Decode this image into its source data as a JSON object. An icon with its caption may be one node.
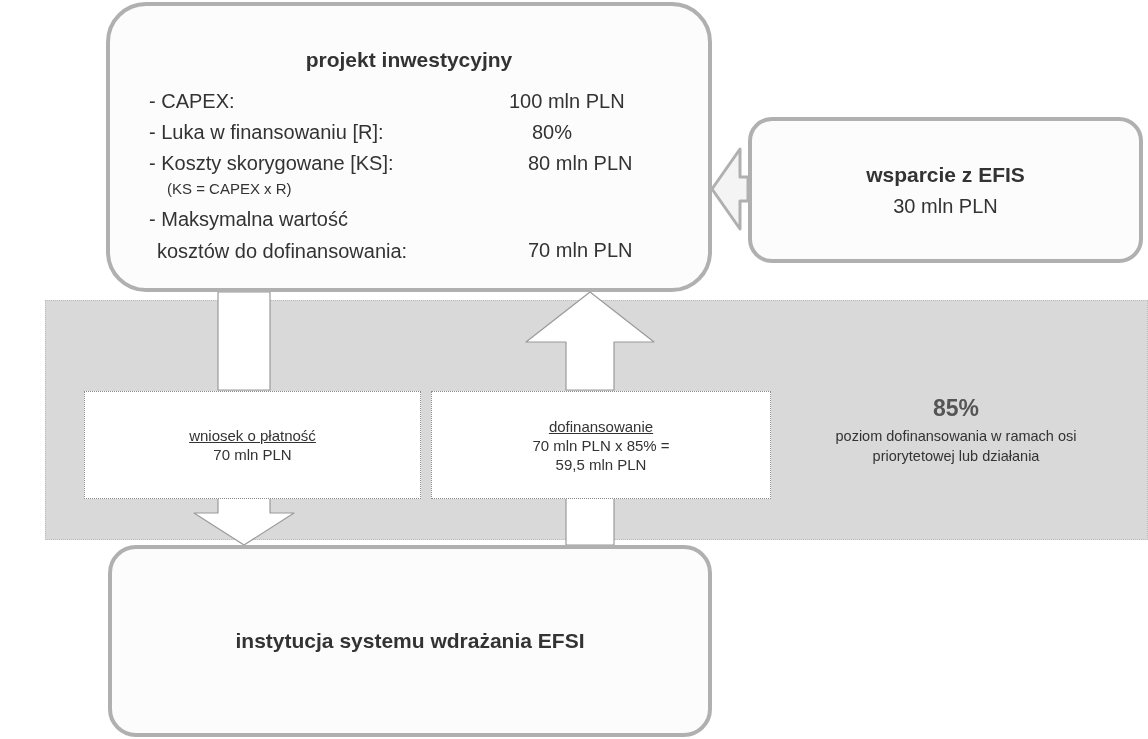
{
  "diagram": {
    "nodes": [
      {
        "text": [
          "projekt inwestycyjny",
          "- CAPEX:",
          "100 mln PLN",
          "- Luka w finansowaniu [R]:",
          "80%",
          "- Koszty skorygowane [KS]:",
          "80 mln PLN",
          "(KS = CAPEX x R)",
          "- Maksymalna wartość kosztów do dofinansowania:",
          "70 mln PLN"
        ]
      },
      {
        "text": [
          "wsparcie z EFIS",
          "30 mln PLN"
        ]
      },
      {
        "text": [
          "85%",
          "poziom dofinansowania w ramach osi priorytetowej lub działania"
        ]
      },
      {
        "text": [
          "wniosek o płatność",
          "70 mln PLN"
        ],
        "in": 2
      },
      {
        "text": [
          "dofinansowanie",
          "70 mln PLN x 85% = 59,5 mln PLN"
        ],
        "in": 2
      },
      {
        "text": [
          "instytucja systemu wdrażania EFSI"
        ]
      }
    ],
    "edges": [
      {
        "from": 0,
        "to": 3,
        "arrow": "none"
      },
      {
        "from": 3,
        "to": 5,
        "arrow": "to"
      },
      {
        "from": 5,
        "to": 4,
        "arrow": "none"
      },
      {
        "from": 4,
        "to": 0,
        "arrow": "to"
      },
      {
        "from": 1,
        "to": 0,
        "arrow": "to"
      }
    ]
  }
}
